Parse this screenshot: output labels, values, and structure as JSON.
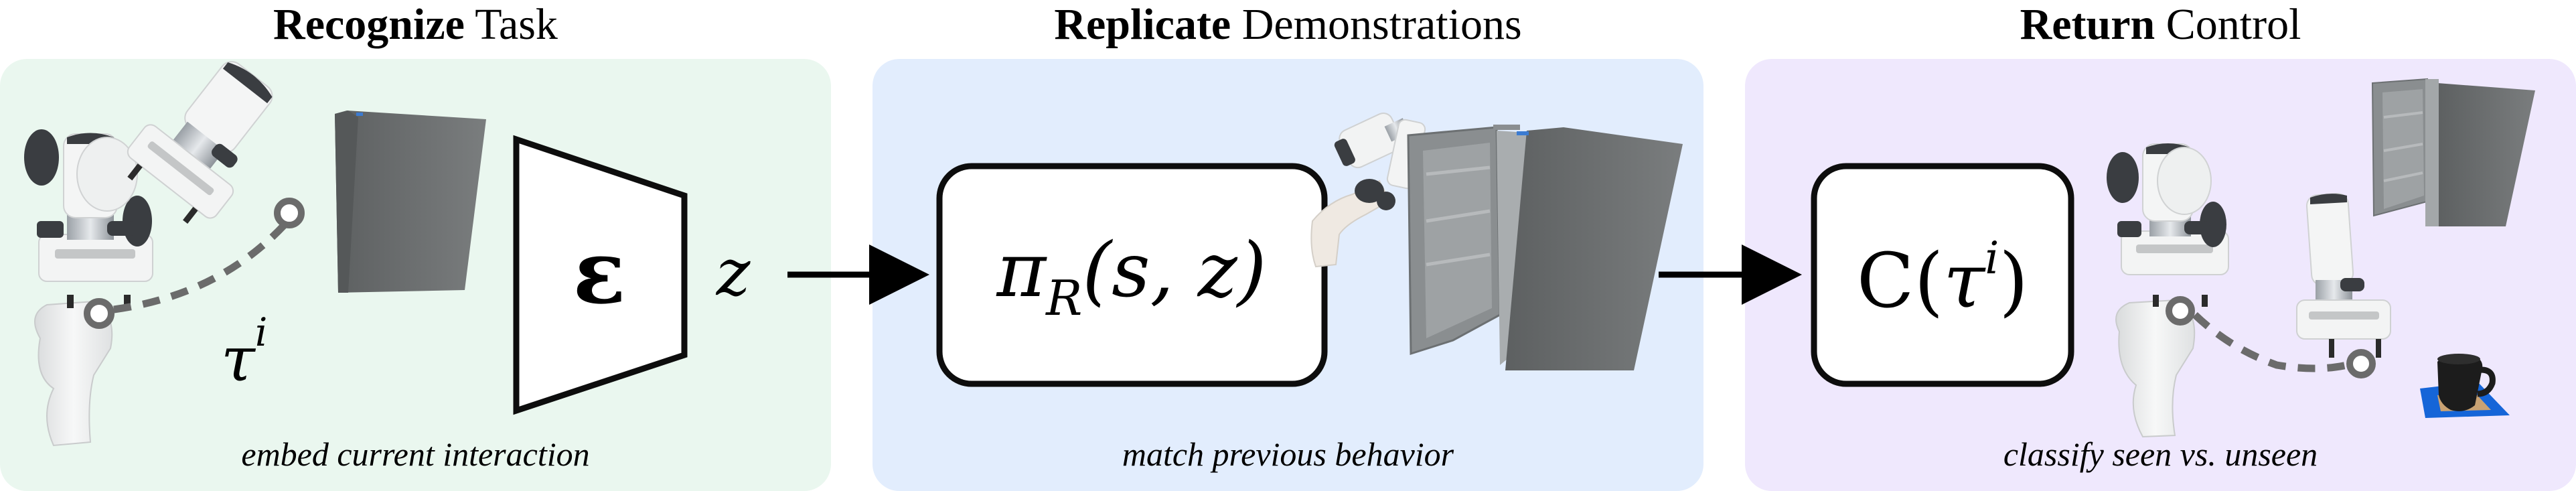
{
  "stages": [
    {
      "title_bold": "Recognize",
      "title_rest": " Task",
      "caption": "embed current interaction",
      "bg_color": "#eaf7ef",
      "symbols": {
        "trajectory": "τ",
        "trajectory_sup": "i",
        "encoder": "ε",
        "latent": "z"
      }
    },
    {
      "title_bold": "Replicate",
      "title_rest": " Demonstrations",
      "caption": "match previous behavior",
      "bg_color": "#e2edfd",
      "symbols": {
        "policy": "π",
        "policy_sub": "R",
        "policy_args": "(s, z)"
      }
    },
    {
      "title_bold": "Return",
      "title_rest": " Control",
      "caption": "classify seen vs. unseen",
      "bg_color": "#efe8fd",
      "symbols": {
        "classifier": "C(",
        "classifier_arg": "τ",
        "classifier_sup": "i",
        "classifier_close": ")"
      }
    }
  ],
  "colors": {
    "box_stroke": "#0d0d0d",
    "box_fill": "#ffffff",
    "arrow": "#000000",
    "trajectory_dash": "#6b6b6b",
    "robot_white": "#f1f2f2",
    "robot_dark": "#3a3d41",
    "fridge_gray": "#6e7172",
    "fridge_door": "#8e9294",
    "mug_black": "#1c1c1c",
    "coaster_blue": "#1565d8",
    "coaster_cork": "#c9a273"
  }
}
